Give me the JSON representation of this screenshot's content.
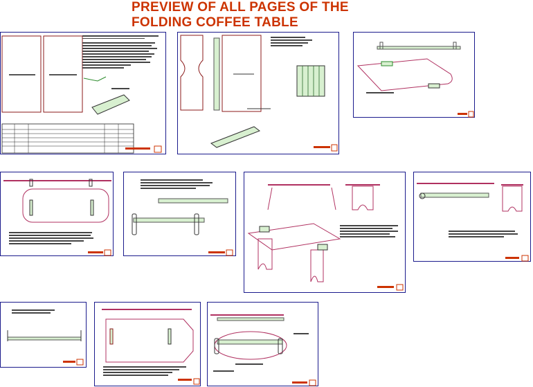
{
  "page": {
    "title_line1": "PREVIEW OF ALL PAGES OF THE",
    "title_line2": "FOLDING COFFEE TABLE"
  },
  "colors": {
    "title": "#cc3300",
    "sheet_border": "#1a1a8c",
    "panel_outline": "#8b1a1a",
    "part_outline": "#b03060",
    "board_fill": "#d8f0d0",
    "dimension_ink": "#000000"
  },
  "sheets": [
    {
      "id": 1
    },
    {
      "id": 2
    },
    {
      "id": 3
    },
    {
      "id": 4
    },
    {
      "id": 5
    },
    {
      "id": 6
    },
    {
      "id": 7
    },
    {
      "id": 8
    },
    {
      "id": 9
    },
    {
      "id": 10
    }
  ]
}
